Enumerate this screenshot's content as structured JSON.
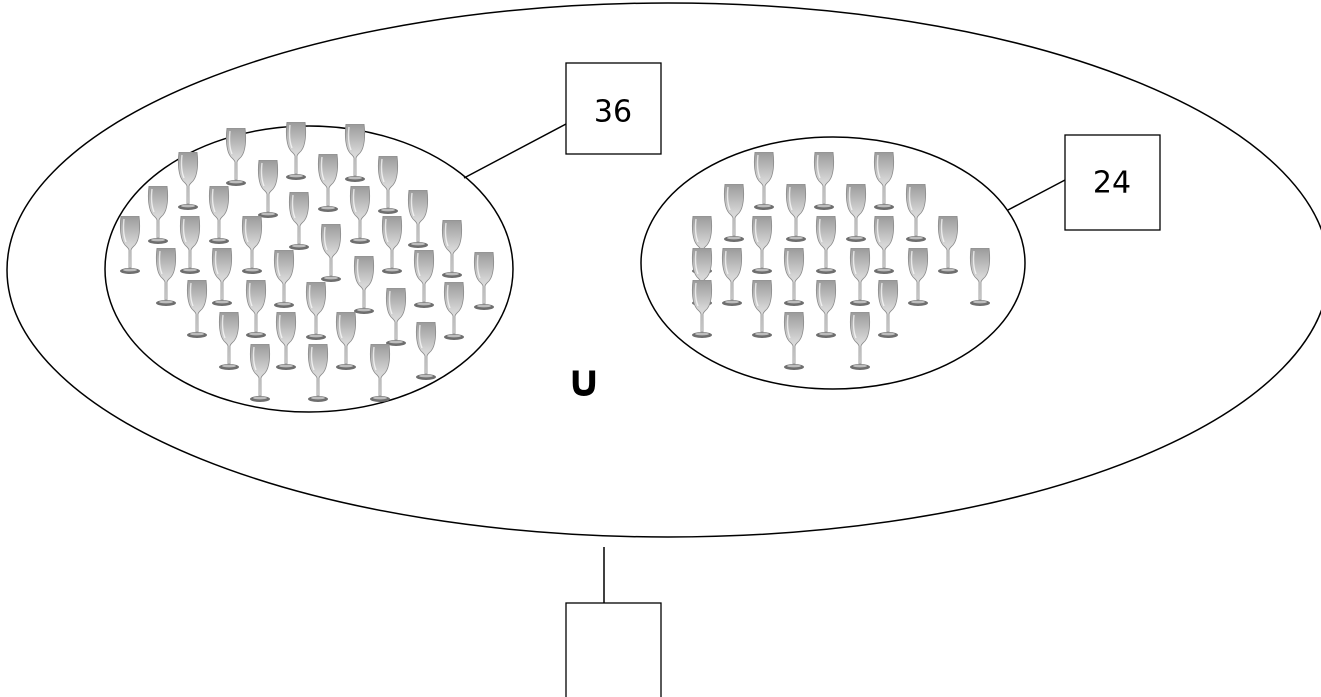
{
  "diagram": {
    "union_symbol": "∪",
    "left_set": {
      "count_label": "36",
      "item_icon": "wine-glass-icon",
      "item_count": 36
    },
    "right_set": {
      "count_label": "24",
      "item_icon": "wine-glass-icon",
      "item_count": 24
    },
    "result_box": {
      "value": ""
    }
  }
}
